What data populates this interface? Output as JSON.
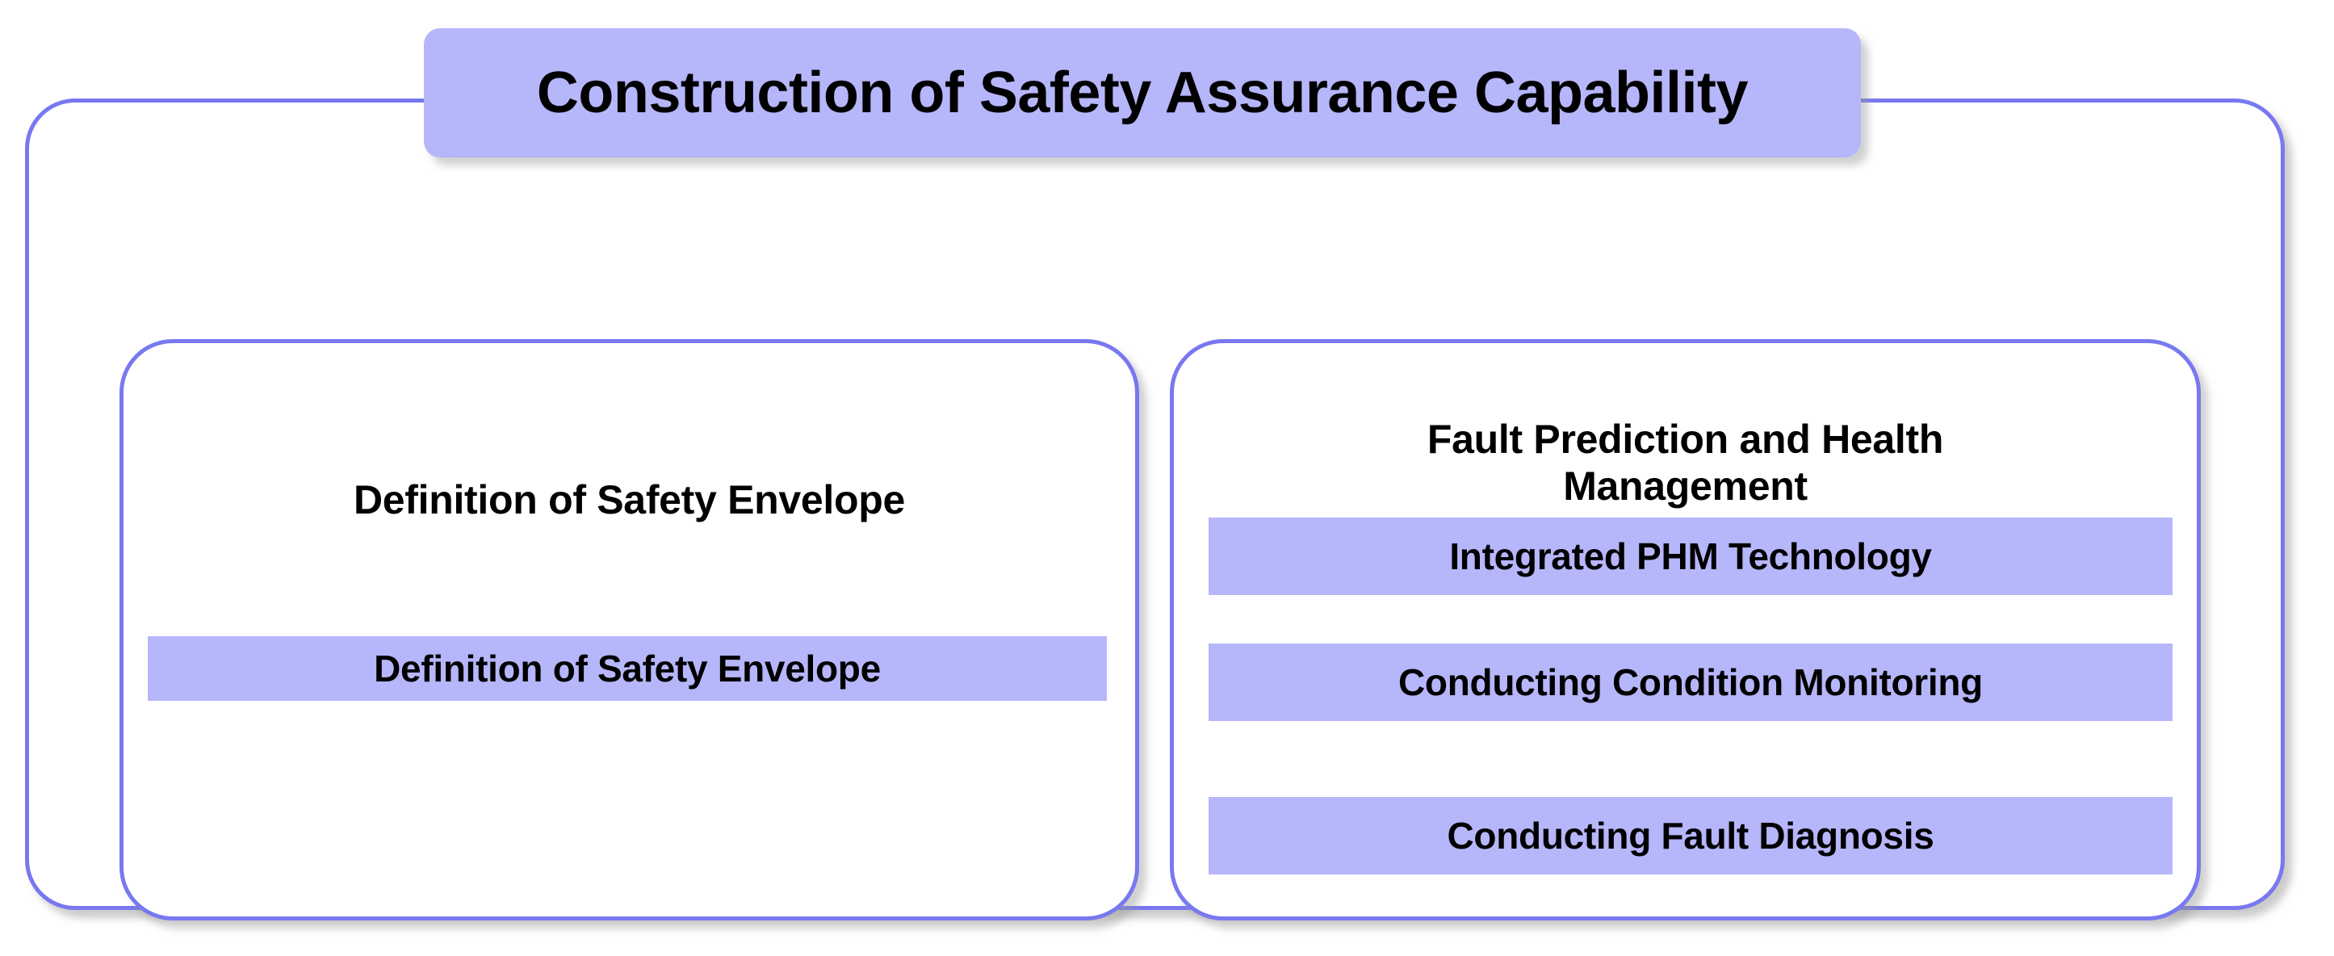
{
  "diagram": {
    "title": "Construction of Safety Assurance Capability",
    "colors": {
      "border": "#7878F0",
      "fill": "#B6B6FA",
      "text": "#000000",
      "background": "#FFFFFF"
    },
    "panels": [
      {
        "heading": "Definition of Safety Envelope",
        "items": [
          {
            "label": "Definition of Safety Envelope"
          }
        ]
      },
      {
        "heading": "Fault Prediction and Health Management",
        "heading_line_1": "Fault Prediction and Health",
        "heading_line_2": "Management",
        "items": [
          {
            "label": "Integrated PHM Technology"
          },
          {
            "label": "Conducting Condition Monitoring"
          },
          {
            "label": "Conducting Fault Diagnosis"
          }
        ]
      }
    ]
  }
}
